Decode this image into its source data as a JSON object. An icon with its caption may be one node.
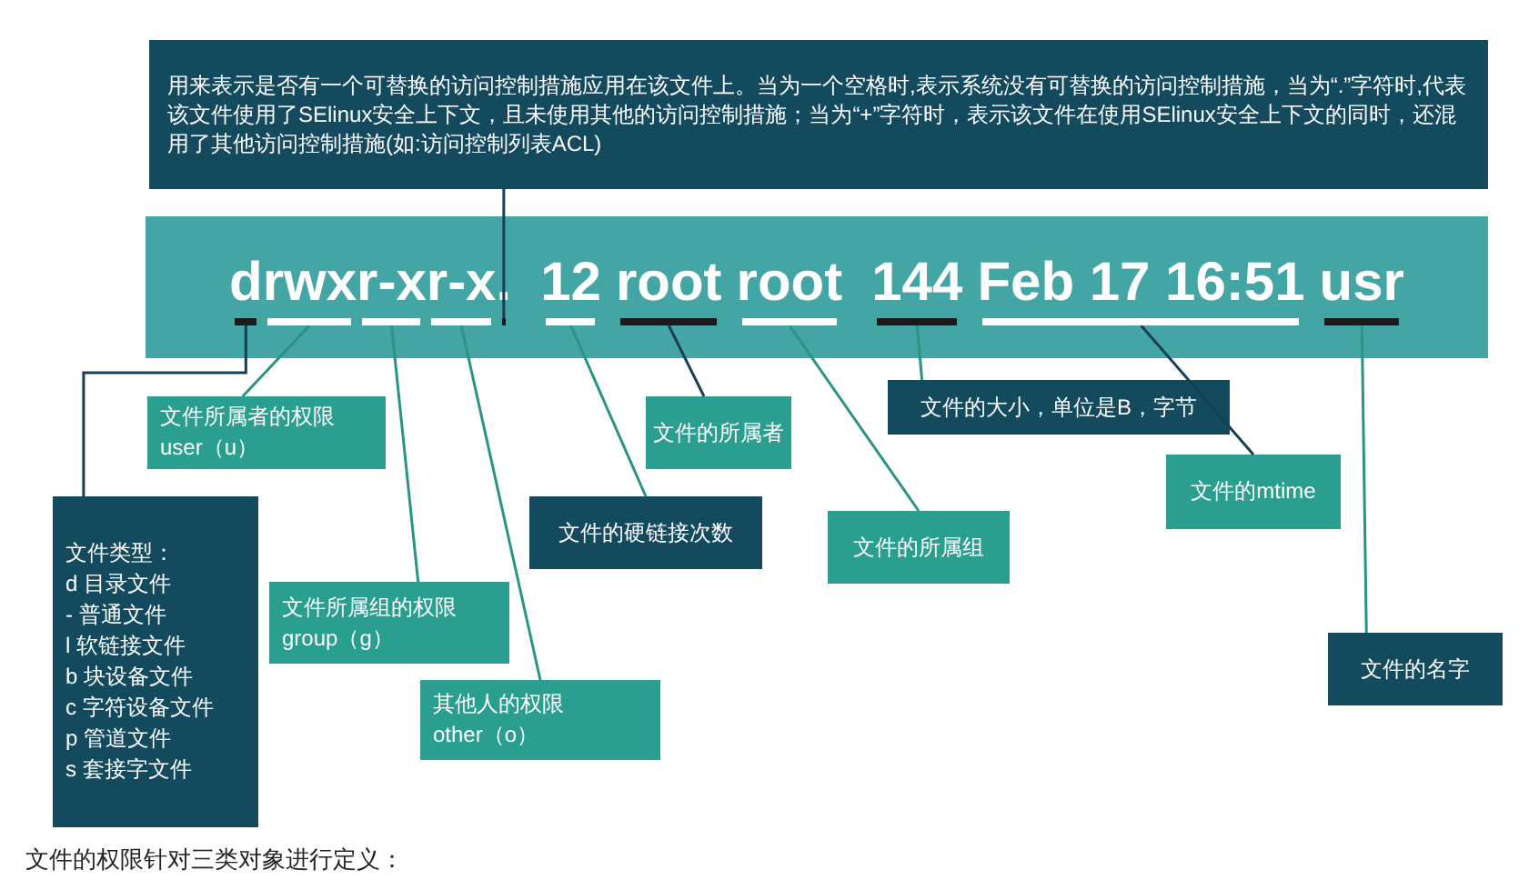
{
  "diagram": {
    "nodes": [
      {
        "text": [
          "用来表示是否有一个可替换的访问控制措施应用在该文件上。当为一个空格时,表示系统没有可替换的访问控制措施，当为“.”字符时,代表该文件使用了SElinux安全上下文，且未使用其他的访问控制措施；当为“+”字符时，表示该文件在使用SElinux安全上下文的同时，还混用了其他访问控制措施(如:访问控制列表ACL)"
        ]
      },
      {
        "text": [
          "d",
          "rwx",
          "r-x",
          "r-x",
          ".",
          "12",
          "root",
          "root",
          "144",
          "Feb 17 16:51",
          "usr"
        ]
      },
      {
        "text": [],
        "shape": "bar",
        "in": 1
      },
      {
        "text": [],
        "shape": "bar",
        "in": 1
      },
      {
        "text": [],
        "shape": "bar",
        "in": 1
      },
      {
        "text": [],
        "shape": "bar",
        "in": 1
      },
      {
        "text": [],
        "shape": "bar",
        "in": 1
      },
      {
        "text": [],
        "shape": "bar",
        "in": 1
      },
      {
        "text": [],
        "shape": "bar",
        "in": 1
      },
      {
        "text": [],
        "shape": "bar",
        "in": 1
      },
      {
        "text": [],
        "shape": "bar",
        "in": 1
      },
      {
        "text": [],
        "shape": "bar",
        "in": 1
      },
      {
        "text": [],
        "shape": "bar",
        "in": 1
      },
      {
        "text": [
          "文件所属者的权限",
          "user（u）"
        ]
      },
      {
        "text": [
          "文件的所属者"
        ]
      },
      {
        "text": [
          "文件的大小，单位是B，字节"
        ]
      },
      {
        "text": [
          "文件的硬链接次数"
        ]
      },
      {
        "text": [
          "文件的所属组"
        ]
      },
      {
        "text": [
          "文件的mtime"
        ]
      },
      {
        "text": [
          "文件类型：",
          "d 目录文件",
          "- 普通文件",
          "l 软链接文件",
          "b 块设备文件",
          "c 字符设备文件",
          "p 管道文件",
          "s 套接字文件"
        ]
      },
      {
        "text": [
          "文件所属组的权限",
          "group（g）"
        ]
      },
      {
        "text": [
          "其他人的权限",
          "other（o）"
        ]
      },
      {
        "text": [
          "文件的名字"
        ]
      }
    ],
    "edges": [
      {
        "from": 0,
        "to": 6,
        "arrow": "none",
        "color": "#163f52"
      },
      {
        "from": 19,
        "to": 2,
        "arrow": "none",
        "color": "#163f52"
      },
      {
        "from": 13,
        "to": 3,
        "arrow": "none"
      },
      {
        "from": 20,
        "to": 4,
        "arrow": "none"
      },
      {
        "from": 21,
        "to": 5,
        "arrow": "none"
      },
      {
        "from": 16,
        "to": 7,
        "arrow": "none"
      },
      {
        "from": 14,
        "to": 8,
        "arrow": "none",
        "color": "#163f52"
      },
      {
        "from": 17,
        "to": 9,
        "arrow": "none"
      },
      {
        "from": 15,
        "to": 10,
        "arrow": "none"
      },
      {
        "from": 18,
        "to": 11,
        "arrow": "none",
        "color": "#163f52"
      },
      {
        "from": 22,
        "to": 12,
        "arrow": "none"
      }
    ],
    "labels": [
      "文件的权限针对三类对象进行定义："
    ]
  }
}
